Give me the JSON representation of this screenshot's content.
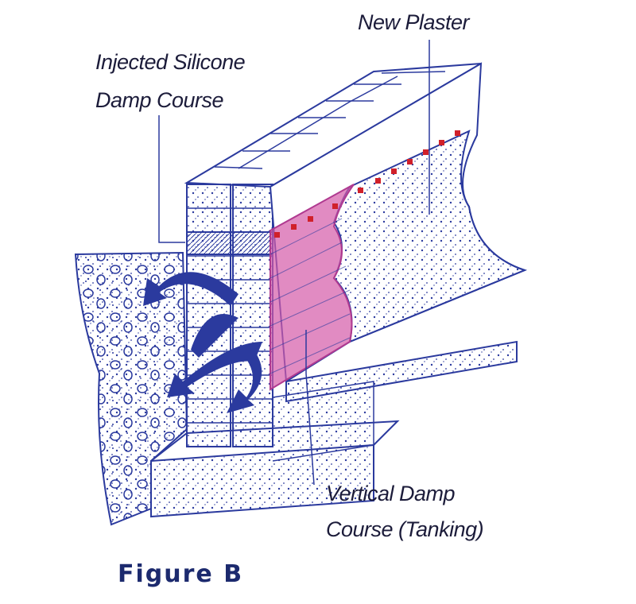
{
  "labels": {
    "new_plaster": "New Plaster",
    "injected_line1": "Injected Silicone",
    "injected_line2": "Damp Course",
    "vertical_line1": "Vertical Damp",
    "vertical_line2": "Course (Tanking)"
  },
  "caption": "Figure B",
  "colors": {
    "line": "#2b3a9e",
    "tanking": "#d45aa8",
    "dots": "#d0202a",
    "text": "#1c1c3a"
  }
}
